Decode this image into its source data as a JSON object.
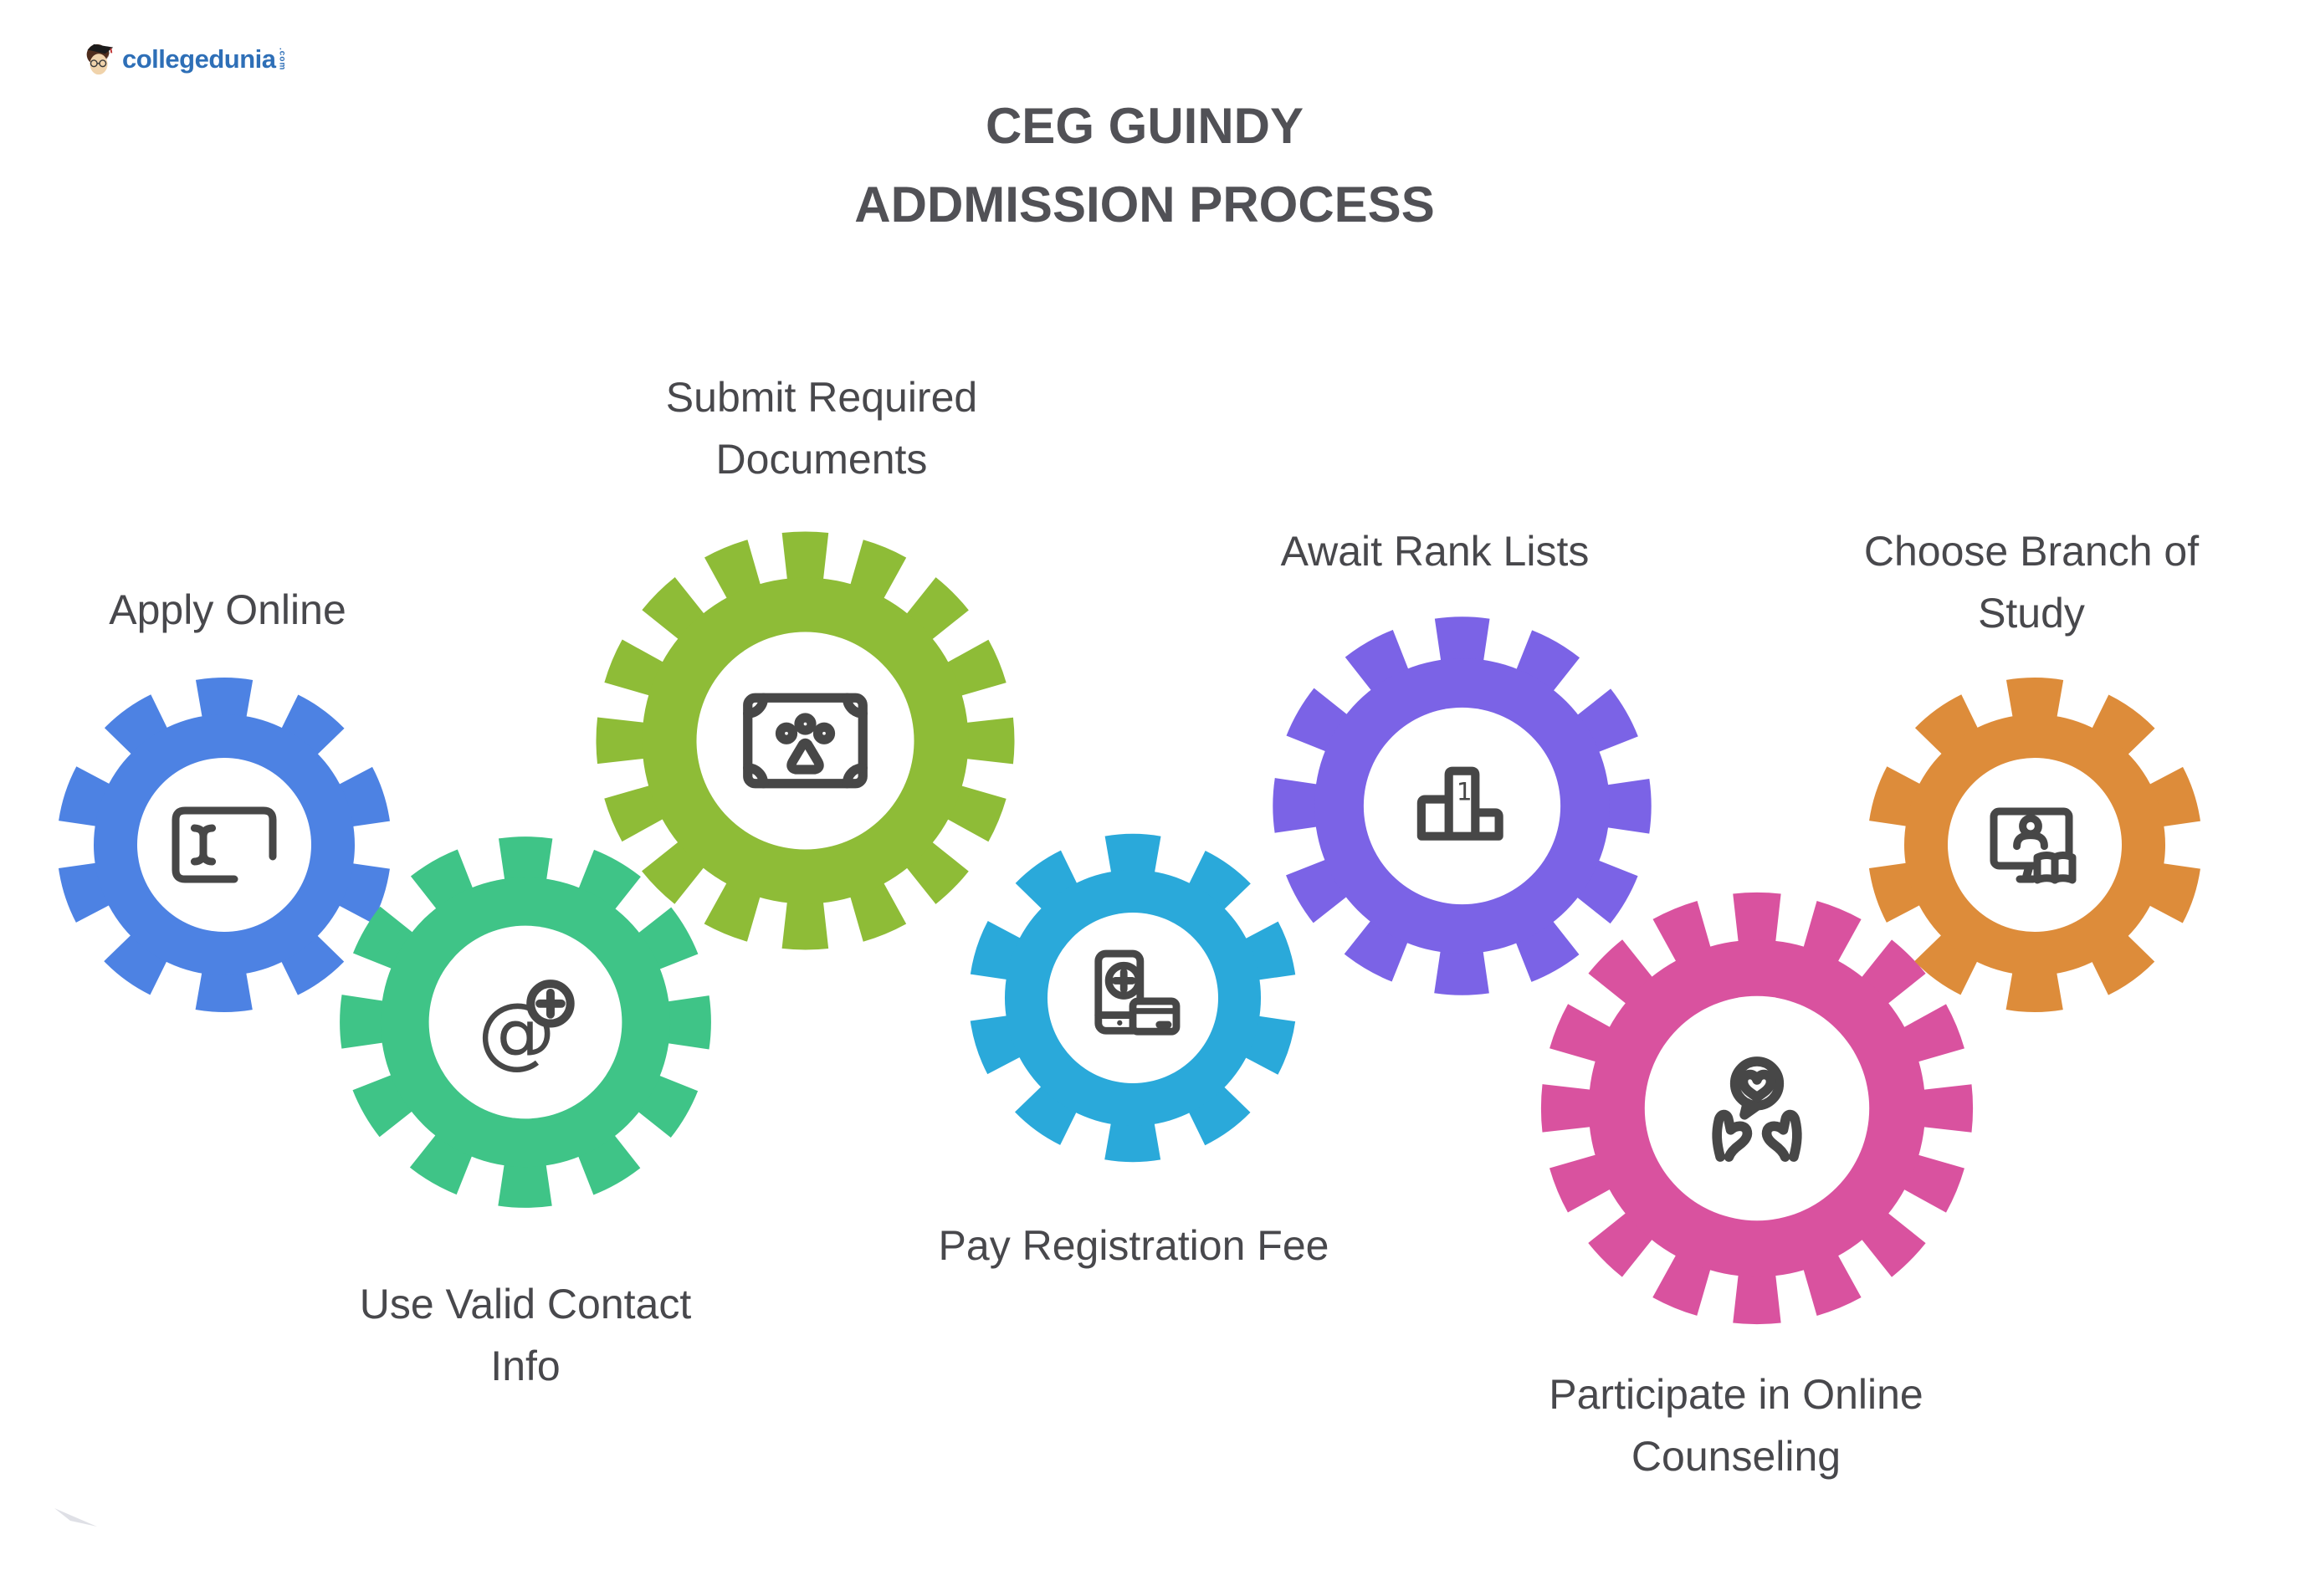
{
  "logo": {
    "brand": "collegedunia",
    "suffix": ".com"
  },
  "title": {
    "line1": "CEG GUINDY",
    "line2": "ADDMISSION PROCESS"
  },
  "palette": {
    "background": "#ffffff",
    "title_text": "#515156",
    "label_text": "#48484c",
    "icon_stroke": "#474747",
    "logo_blue": "#2e6fb7"
  },
  "steps": [
    {
      "id": "apply-online",
      "label_lines": [
        "Apply Online"
      ],
      "color": "#4d82e3",
      "icon": "browser-text-cursor-icon",
      "teeth": 10
    },
    {
      "id": "use-valid-contact-info",
      "label_lines": [
        "Use Valid Contact",
        "Info"
      ],
      "color": "#3fc487",
      "icon": "at-sign-plus-icon",
      "teeth": 12
    },
    {
      "id": "submit-required-documents",
      "label_lines": [
        "Submit Required",
        "Documents"
      ],
      "color": "#8ebc37",
      "icon": "document-paw-stamp-icon",
      "teeth": 16
    },
    {
      "id": "pay-registration-fee",
      "label_lines": [
        "Pay Registration Fee"
      ],
      "color": "#2aa9da",
      "icon": "phone-payment-card-icon",
      "teeth": 10
    },
    {
      "id": "await-rank-lists",
      "label_lines": [
        "Await Rank Lists"
      ],
      "color": "#7b63e6",
      "icon": "rank-podium-icon",
      "teeth": 12
    },
    {
      "id": "participate-in-online-counseling",
      "label_lines": [
        "Participate in Online",
        "Counseling"
      ],
      "color": "#d9529f",
      "icon": "hands-heart-chat-icon",
      "teeth": 16
    },
    {
      "id": "choose-branch-of-study",
      "label_lines": [
        "Choose Branch of",
        "Study"
      ],
      "color": "#dd8c3a",
      "icon": "monitor-person-book-icon",
      "teeth": 10
    }
  ],
  "glyphs": {
    "at": "@",
    "rank_number": "1"
  }
}
